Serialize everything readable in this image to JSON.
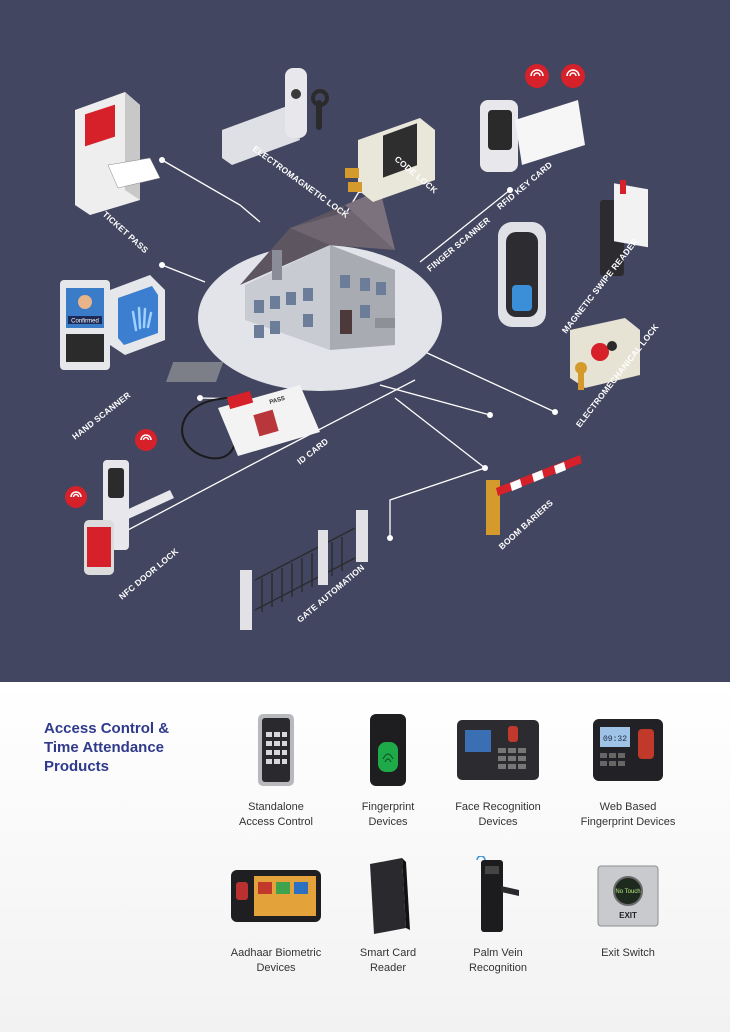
{
  "diagram": {
    "labels": {
      "ticket_pass": "TICKET PASS",
      "electromagnetic_lock": "ELECTROMAGNETIC LOCK",
      "code_lock": "CODE LOCK",
      "rfid_key_card": "RFID KEY CARD",
      "finger_scanner": "FINGER SCANNER",
      "magnetic_swipe_reader": "MAGNETIC SWIPE READER",
      "electromechanical_lock": "ELECTROMECHANICAL LOCK",
      "hand_scanner": "HAND SCANNER",
      "id_card": "ID CARD",
      "boom_bariers": "BOOM BARIERS",
      "nfc_door_lock": "NFC DOOR LOCK",
      "gate_automation": "GATE AUTOMATION"
    },
    "screen_texts": {
      "confirmed": "Confirmed",
      "pass": "PASS"
    },
    "colors": {
      "background": "#434660",
      "accent_red": "#d6202a",
      "line": "#ffffff"
    }
  },
  "products": {
    "heading": "Access Control &\nTime Attendance\nProducts",
    "items": [
      {
        "label": "Standalone\nAccess Control",
        "icon": "keypad-device-icon"
      },
      {
        "label": "Fingerprint\nDevices",
        "icon": "fingerprint-reader-icon"
      },
      {
        "label": "Face Recognition\nDevices",
        "icon": "face-terminal-icon"
      },
      {
        "label": "Web Based\nFingerprint Devices",
        "icon": "web-fingerprint-terminal-icon"
      },
      {
        "label": "Aadhaar Biometric\nDevices",
        "icon": "tablet-biometric-icon"
      },
      {
        "label": "Smart Card\nReader",
        "icon": "card-reader-icon"
      },
      {
        "label": "Palm Vein\nRecognition",
        "icon": "palm-vein-lock-icon"
      },
      {
        "label": "Exit Switch",
        "icon": "exit-switch-icon"
      }
    ],
    "screen_texts": {
      "exit": "EXIT",
      "no_touch": "No Touch",
      "time": "09:32"
    }
  }
}
